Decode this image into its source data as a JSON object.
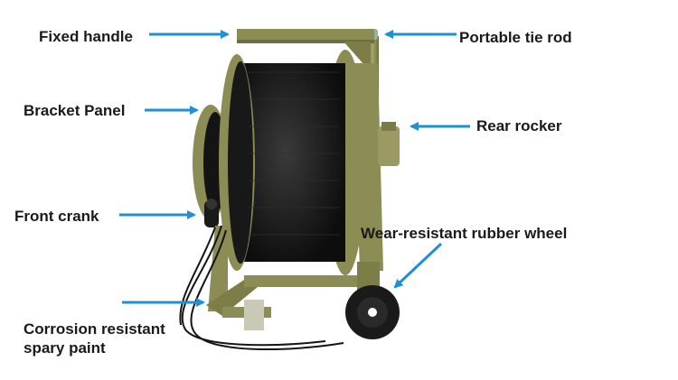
{
  "labels": {
    "fixed_handle": "Fixed handle",
    "portable_tie_rod": "Portable tie rod",
    "bracket_panel": "Bracket Panel",
    "rear_rocker": "Rear rocker",
    "front_crank": "Front crank",
    "wheel": "Wear-resistant rubber wheel",
    "paint_line1": "Corrosion resistant",
    "paint_line2": "spary paint"
  },
  "colors": {
    "arrow": "#1f8fd6",
    "frame": "#8c8c55",
    "frame_dark": "#6e6e3e",
    "cable": "#151515",
    "wheel": "#1a1a1a",
    "text": "#1a1a1a"
  }
}
